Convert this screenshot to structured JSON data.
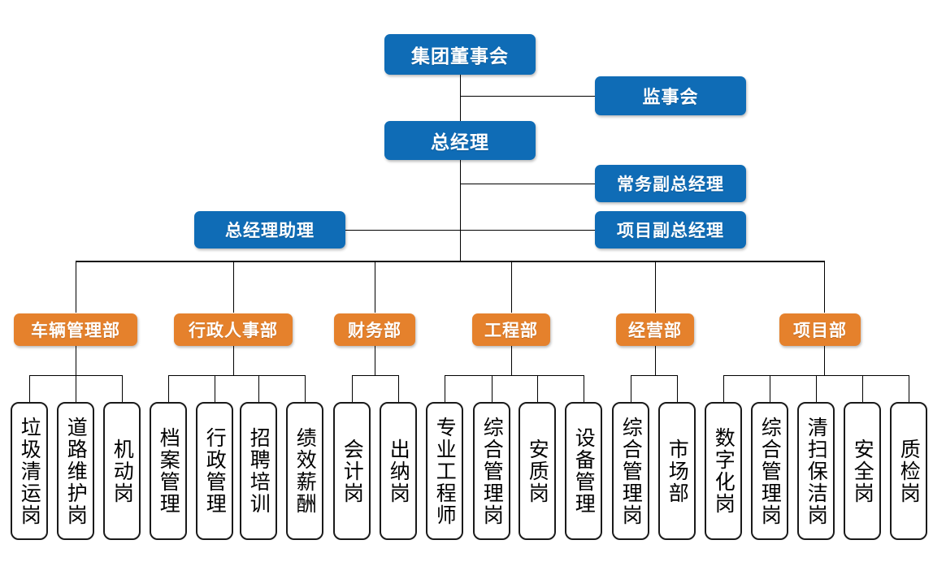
{
  "diagram": {
    "title": "",
    "type": "organization-chart",
    "colors": {
      "primary_blue": "#0f6cb6",
      "department_orange": "#e5812c",
      "line": "#000000",
      "leaf_border": "#1a1a1a",
      "background": "#ffffff",
      "node_text": "#ffffff",
      "leaf_text": "#000000"
    }
  },
  "top": {
    "board": "集团董事会",
    "supervisory_board": "监事会",
    "general_manager": "总经理",
    "executive_deputy_gm": "常务副总经理",
    "project_deputy_gm": "项目副总经理",
    "gm_assistant": "总经理助理"
  },
  "departments": [
    {
      "name": "车辆管理部",
      "positions": [
        "垃圾清运岗",
        "道路维护岗",
        "机动岗"
      ]
    },
    {
      "name": "行政人事部",
      "positions": [
        "档案管理",
        "行政管理",
        "招聘培训",
        "绩效薪酬"
      ]
    },
    {
      "name": "财务部",
      "positions": [
        "会计岗",
        "出纳岗"
      ]
    },
    {
      "name": "工程部",
      "positions": [
        "专业工程师",
        "综合管理岗",
        "安质岗",
        "设备管理"
      ]
    },
    {
      "name": "经营部",
      "positions": [
        "综合管理岗",
        "市场部"
      ]
    },
    {
      "name": "项目部",
      "positions": [
        "数字化岗",
        "综合管理岗",
        "清扫保洁岗",
        "安全岗",
        "质检岗"
      ]
    }
  ],
  "leaves": [
    "垃圾清运岗",
    "道路维护岗",
    "机动岗",
    "档案管理",
    "行政管理",
    "招聘培训",
    "绩效薪酬",
    "会计岗",
    "出纳岗",
    "专业工程师",
    "综合管理岗",
    "安质岗",
    "设备管理",
    "综合管理岗",
    "市场部",
    "数字化岗",
    "综合管理岗",
    "清扫保洁岗",
    "安全岗",
    "质检岗"
  ]
}
